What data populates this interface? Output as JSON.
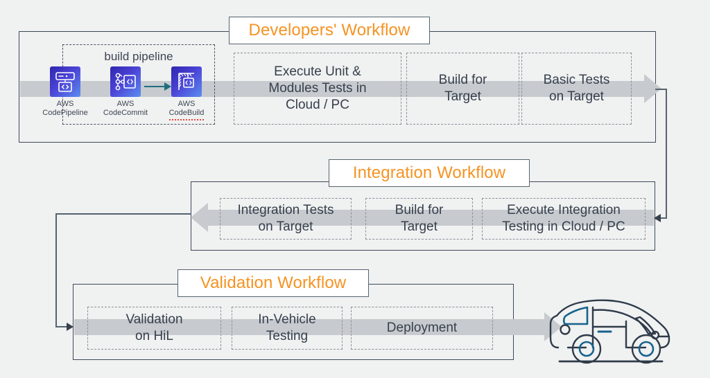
{
  "diagram": {
    "background_color": "#f0f1f1",
    "accent_color": "#f59322",
    "band_color": "#c7cace",
    "text_color": "#36404d",
    "line_color": "#55636f"
  },
  "developers_workflow": {
    "title": "Developers' Workflow",
    "build_pipeline": {
      "label": "build pipeline",
      "nodes": [
        {
          "icon": "aws-codepipeline-icon",
          "line1": "AWS",
          "line2": "CodePipeline",
          "misspelled": false
        },
        {
          "icon": "aws-codecommit-icon",
          "line1": "AWS",
          "line2": "CodeCommit",
          "misspelled": false
        },
        {
          "icon": "aws-codebuild-icon",
          "line1": "AWS",
          "line2": "CodeBuild",
          "misspelled": true
        }
      ]
    },
    "steps": [
      {
        "lines": [
          "Execute Unit &",
          "Modules Tests in",
          "Cloud / PC"
        ]
      },
      {
        "lines": [
          "Build for",
          "Target"
        ]
      },
      {
        "lines": [
          "Basic Tests",
          "on Target"
        ]
      }
    ],
    "flow_direction": "right"
  },
  "integration_workflow": {
    "title": "Integration Workflow",
    "steps": [
      {
        "lines": [
          "Integration Tests",
          "on Target"
        ]
      },
      {
        "lines": [
          "Build for",
          "Target"
        ]
      },
      {
        "lines": [
          "Execute Integration",
          "Testing in Cloud / PC"
        ]
      }
    ],
    "flow_direction": "left"
  },
  "validation_workflow": {
    "title": "Validation Workflow",
    "steps": [
      {
        "lines": [
          "Validation",
          "on HiL"
        ]
      },
      {
        "lines": [
          "In-Vehicle",
          "Testing"
        ]
      },
      {
        "lines": [
          "Deployment"
        ]
      }
    ],
    "flow_direction": "right",
    "target_icon": "vehicle-car-icon"
  },
  "connectors": [
    {
      "name": "developers-to-integration",
      "from": "developers-workflow",
      "to": "integration-workflow"
    },
    {
      "name": "integration-to-validation",
      "from": "integration-workflow",
      "to": "validation-workflow"
    }
  ]
}
